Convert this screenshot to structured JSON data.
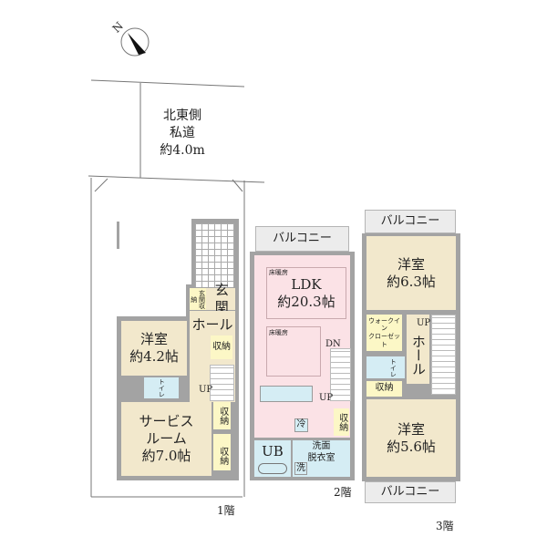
{
  "compass": {
    "label": "N",
    "icon": "north-arrow-icon"
  },
  "road": {
    "lines": [
      "北東側",
      "私道",
      "約4.0m"
    ]
  },
  "floor1": {
    "label": "1階",
    "entrance": "玄関",
    "entrance_storage": "玄関収納",
    "hall": "ホール",
    "western_room": {
      "name": "洋室",
      "size": "約4.2帖"
    },
    "toilet": "トイレ",
    "up": "UP",
    "storage": "収納",
    "service_room": {
      "name1": "サービス",
      "name2": "ルーム",
      "size": "約7.0帖"
    }
  },
  "floor2": {
    "label": "2階",
    "balcony": "バルコニー",
    "ldk": {
      "name": "LDK",
      "size": "約20.3帖"
    },
    "floor_heating": "床暖房",
    "dn": "DN",
    "up": "UP",
    "storage": "収納",
    "fridge": "冷",
    "ub": "UB",
    "washroom": {
      "line1": "洗面",
      "line2": "脱衣室"
    },
    "washer": "洗"
  },
  "floor3": {
    "label": "3階",
    "balcony": "バルコニー",
    "room_top": {
      "name": "洋室",
      "size": "約6.3帖"
    },
    "wic": {
      "line1": "ウォークイン",
      "line2": "クローゼット"
    },
    "toilet": "トイレ",
    "hall": "ホール",
    "up": "UP",
    "storage": "収納",
    "room_bottom": {
      "name": "洋室",
      "size": "約5.6帖"
    }
  }
}
